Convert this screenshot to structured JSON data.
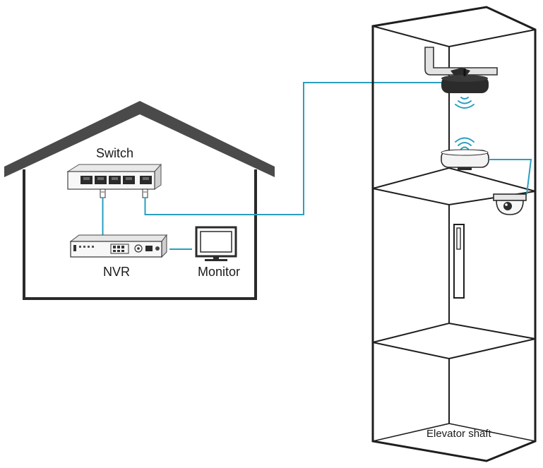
{
  "labels": {
    "switch": "Switch",
    "nvr": "NVR",
    "monitor": "Monitor",
    "elevator_shaft": "Elevator shaft"
  },
  "colors": {
    "outline": "#1e1e1e",
    "cable": "#2a9fc0",
    "device_dark": "#2b2b2b",
    "device_light": "#f2f2f2",
    "wifi": "#2a9fc0"
  },
  "icons": [
    "house-icon",
    "switch-icon",
    "nvr-icon",
    "monitor-icon",
    "bridge-ap-icon",
    "bridge-client-icon",
    "dome-camera-icon",
    "wifi-signal-icon",
    "elevator-shaft-icon"
  ]
}
